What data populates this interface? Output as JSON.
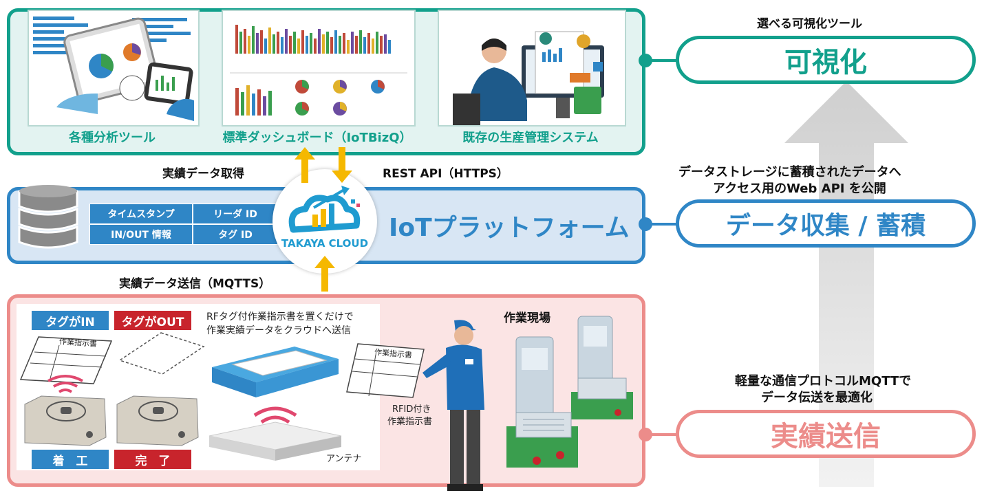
{
  "right": {
    "viz_header": "選べる可視化ツール",
    "viz_pill": "可視化",
    "store_desc_line1": "データストレージに蓄積されたデータへ",
    "store_desc_line2": "アクセス用のWeb API を公開",
    "store_pill": "データ収集 / 蓄積",
    "send_desc_line1": "軽量な通信プロトコルMQTTで",
    "send_desc_line2": "データ伝送を最適化",
    "send_pill": "実績送信"
  },
  "viz": {
    "captions": [
      "各種分析ツール",
      "標準ダッシュボード（IoTBizQ）",
      "既存の生産管理システム"
    ]
  },
  "middle_labels": {
    "get": "実績データ取得",
    "rest": "REST API（HTTPS）",
    "send": "実績データ送信（MQTTS）"
  },
  "iot": {
    "title": "IoTプラットフォーム",
    "cells": [
      "タイムスタンプ",
      "リーダ ID",
      "IN/OUT 情報",
      "タグ ID"
    ],
    "logo": "TAKAYA CLOUD"
  },
  "site": {
    "tag_in": "タグがIN",
    "tag_out": "タグがOUT",
    "sheet_label": "作業指示書",
    "start": "着　工",
    "done": "完　了",
    "note_line1": "RFタグ付作業指示書を置くだけで",
    "note_line2": "作業実績データをクラウドへ送信",
    "antenna": "アンテナ",
    "rfid_line1": "RFID付き",
    "rfid_line2": "作業指示書",
    "workplace": "作業現場"
  },
  "colors": {
    "teal": "#12a08c",
    "blue": "#2f86c6",
    "pink": "#ec8c8a",
    "arrow_yellow": "#f5b800",
    "tag_red": "#c8242c"
  }
}
